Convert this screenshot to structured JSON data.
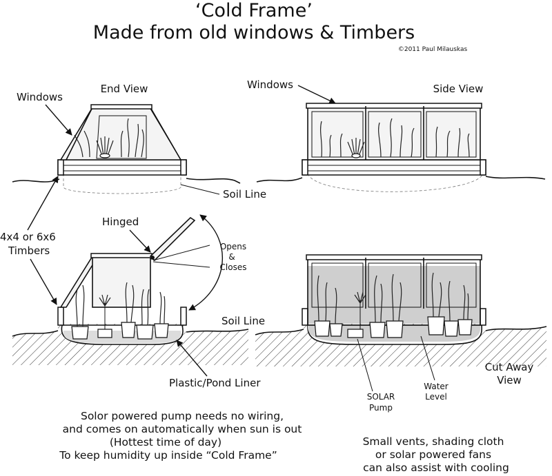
{
  "title": {
    "line1": "‘Cold Frame’",
    "line2": "Made from old windows & Timbers",
    "copyright": "©2011 Paul Milauskas"
  },
  "labels": {
    "end_view": "End View",
    "side_view": "Side View",
    "windows_left": "Windows",
    "windows_right": "Windows",
    "soil_line_top": "Soil Line",
    "soil_line_bottom": "Soil Line",
    "timbers_line1": "4x4 or 6x6",
    "timbers_line2": "Timbers",
    "hinged": "Hinged",
    "opens": "Opens",
    "amp": "&",
    "closes": "Closes",
    "liner": "Plastic/Pond Liner",
    "solar_line1": "SOLAR",
    "solar_line2": "Pump",
    "water_line1": "Water",
    "water_line2": "Level",
    "cutaway_line1": "Cut Away",
    "cutaway_line2": "View"
  },
  "notes": {
    "pump_lines": [
      "Solor powered pump needs no wiring,",
      "and comes on automatically when sun is out",
      "(Hottest time of day)",
      "To keep humidity up inside “Cold Frame”"
    ],
    "cooling_lines": [
      "Small vents, shading cloth",
      "or solar powered fans",
      "can also assist with cooling"
    ]
  }
}
